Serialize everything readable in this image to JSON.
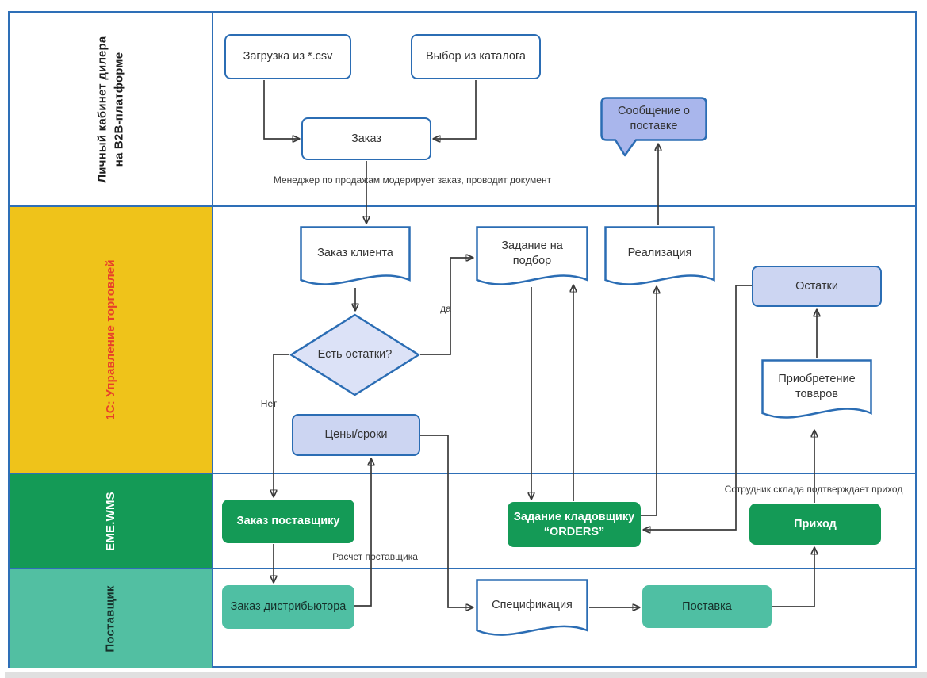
{
  "diagram": {
    "lanes": [
      {
        "id": "b2b",
        "label": "Личный кабинет дилера\nна B2B-платформе"
      },
      {
        "id": "1c",
        "label": "1С: Управление торговлей"
      },
      {
        "id": "wms",
        "label": "EME.WMS"
      },
      {
        "id": "supplier",
        "label": "Поставщик"
      }
    ],
    "nodes": {
      "csv_upload": "Загрузка из *.csv",
      "catalog_pick": "Выбор из каталога",
      "order": "Заказ",
      "delivery_message": "Сообщение о поставке",
      "client_order": "Заказ клиента",
      "pick_task": "Задание на подбор",
      "realization": "Реализация",
      "stock": "Остатки",
      "stock_check": "Есть остатки?",
      "prices_terms": "Цены/сроки",
      "goods_purchase": "Приобретение товаров",
      "supplier_order": "Заказ поставщику",
      "warehouse_task": "Задание кладовщику “ORDERS”",
      "receipt": "Приход",
      "distributor_order": "Заказ дистрибьютора",
      "specification": "Спецификация",
      "delivery": "Поставка"
    },
    "edge_labels": {
      "moderation": "Менеджер по продажам модерирует заказ, проводит документ",
      "yes": "да",
      "no": "Нет",
      "supplier_calc": "Расчет поставщика",
      "warehouse_confirm": "Сотрудник склада подтверждает приход"
    },
    "colors": {
      "frame_blue": "#2e6fb7",
      "node_stroke": "#2b6db4",
      "lane_1c_bg": "#efc31a",
      "lane_1c_text": "#e8402a",
      "lane_wms_bg": "#149a56",
      "lane_wms_text": "#ffffff",
      "lane_supplier_bg": "#52bfa2",
      "fill_purple": "#ccd5f2",
      "fill_diamond": "#dce2f7",
      "fill_callout": "#a9b6ec",
      "fill_green": "#149a56",
      "fill_teal": "#4fbfa3",
      "arrow": "#3a3a3a"
    }
  }
}
